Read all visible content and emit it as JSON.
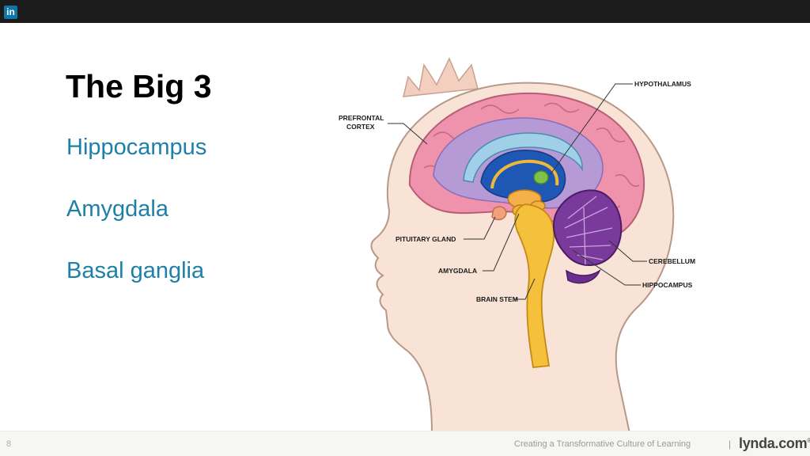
{
  "header": {
    "logo": "in",
    "logo_icon": "linkedin-icon",
    "bar_color": "#1b1b1b"
  },
  "slide": {
    "title": "The Big 3",
    "bullets": [
      "Hippocampus",
      "Amygdala",
      "Basal ganglia"
    ],
    "bullet_color": "#1d80a8"
  },
  "diagram": {
    "labels": {
      "prefrontal_cortex": [
        "PREFRONTAL",
        "CORTEX"
      ],
      "hypothalamus": "HYPOTHALAMUS",
      "pituitary_gland": "PITUITARY GLAND",
      "amygdala": "AMYGDALA",
      "brain_stem": "BRAIN STEM",
      "cerebellum": "CEREBELLUM",
      "hippocampus": "HIPPOCAMPUS"
    }
  },
  "footer": {
    "page_number": "8",
    "tagline": "Creating a Transformative Culture of Learning",
    "separator": "|",
    "brand": "lynda.com",
    "brand_mark": "®"
  }
}
